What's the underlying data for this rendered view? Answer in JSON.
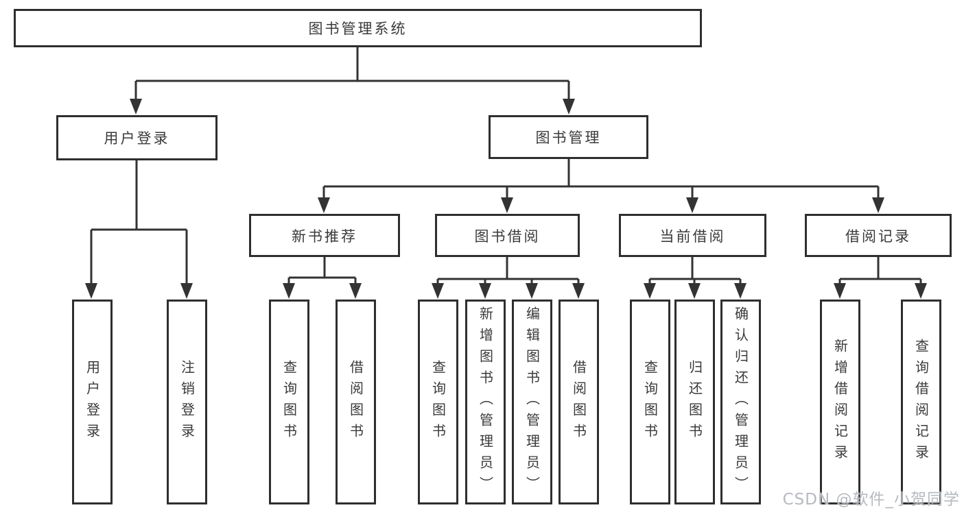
{
  "diagram": {
    "title": "图书管理系统",
    "root": {
      "label": "图书管理系统"
    },
    "level2": [
      {
        "id": "user-login",
        "label": "用户登录"
      },
      {
        "id": "book-management",
        "label": "图书管理"
      }
    ],
    "level3": [
      {
        "id": "new-book-recommendation",
        "label": "新书推荐",
        "parent": "图书管理"
      },
      {
        "id": "book-borrowing",
        "label": "图书借阅",
        "parent": "图书管理"
      },
      {
        "id": "current-borrowing",
        "label": "当前借阅",
        "parent": "图书管理"
      },
      {
        "id": "borrowing-records",
        "label": "借阅记录",
        "parent": "图书管理"
      }
    ],
    "leaves": [
      {
        "id": "leaf-user-login",
        "label": "用户登录",
        "parent": "用户登录"
      },
      {
        "id": "leaf-logout",
        "label": "注销登录",
        "parent": "用户登录"
      },
      {
        "id": "leaf-query-books-recommend",
        "label": "查询图书",
        "parent": "新书推荐"
      },
      {
        "id": "leaf-borrow-books-recommend",
        "label": "借阅图书",
        "parent": "新书推荐"
      },
      {
        "id": "leaf-query-books-borrow",
        "label": "查询图书",
        "parent": "图书借阅"
      },
      {
        "id": "leaf-add-books-admin",
        "label": "新增图书（管理员）",
        "parent": "图书借阅"
      },
      {
        "id": "leaf-edit-books-admin",
        "label": "编辑图书（管理员）",
        "parent": "图书借阅"
      },
      {
        "id": "leaf-borrow-books",
        "label": "借阅图书",
        "parent": "图书借阅"
      },
      {
        "id": "leaf-query-books-current",
        "label": "查询图书",
        "parent": "当前借阅"
      },
      {
        "id": "leaf-return-books",
        "label": "归还图书",
        "parent": "当前借阅"
      },
      {
        "id": "leaf-confirm-return-admin",
        "label": "确认归还（管理员）",
        "parent": "当前借阅"
      },
      {
        "id": "leaf-add-borrow-record",
        "label": "新增借阅记录",
        "parent": "借阅记录"
      },
      {
        "id": "leaf-query-borrow-record",
        "label": "查询借阅记录",
        "parent": "借阅记录"
      }
    ],
    "colors": {
      "line": "#333333",
      "box_border": "#2e2e2e",
      "text": "#3a3a3a",
      "background": "#ffffff"
    }
  },
  "watermark": {
    "text": "CSDN @软件_小贺同学",
    "color": "#b2b6bd"
  }
}
